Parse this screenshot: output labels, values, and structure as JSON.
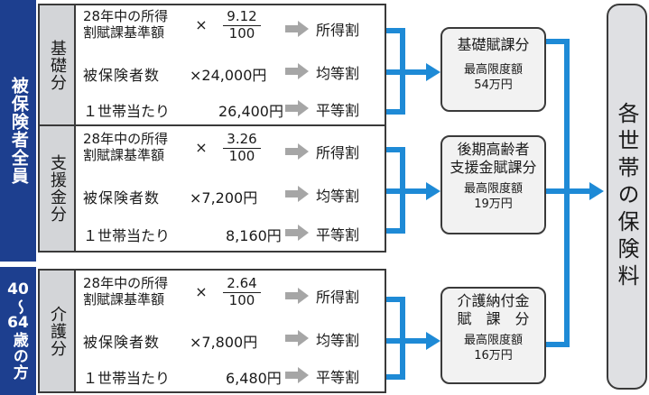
{
  "sidebar": {
    "group1": "被保険者全員",
    "group2_top": "40",
    "group2_tilde": "〜",
    "group2_mid": "64",
    "group2_bottom": "歳の方"
  },
  "sections": [
    {
      "label": "基礎分",
      "income_line1": "28年中の所得",
      "income_line2": "割賦課基準額",
      "times": "×",
      "numerator": "9.12",
      "denominator": "100",
      "income_result": "所得割",
      "per_insured_label": "被保険者数",
      "per_insured_amount": "×24,000円",
      "per_insured_result": "均等割",
      "per_household_label": "１世帯当たり",
      "per_household_amount": "26,400円",
      "per_household_result": "平等割",
      "box_title": "基礎賦課分",
      "box_limit_label": "最高限度額",
      "box_limit_value": "54万円"
    },
    {
      "label": "支援金分",
      "income_line1": "28年中の所得",
      "income_line2": "割賦課基準額",
      "times": "×",
      "numerator": "3.26",
      "denominator": "100",
      "income_result": "所得割",
      "per_insured_label": "被保険者数",
      "per_insured_amount": "×7,200円",
      "per_insured_result": "均等割",
      "per_household_label": "１世帯当たり",
      "per_household_amount": "8,160円",
      "per_household_result": "平等割",
      "box_title_1": "後期高齢者",
      "box_title_2": "支援金賦課分",
      "box_limit_label": "最高限度額",
      "box_limit_value": "19万円"
    },
    {
      "label": "介護分",
      "income_line1": "28年中の所得",
      "income_line2": "割賦課基準額",
      "times": "×",
      "numerator": "2.64",
      "denominator": "100",
      "income_result": "所得割",
      "per_insured_label": "被保険者数",
      "per_insured_amount": "×7,800円",
      "per_insured_result": "均等割",
      "per_household_label": "１世帯当たり",
      "per_household_amount": "6,480円",
      "per_household_result": "平等割",
      "box_title_1": "介護納付金",
      "box_title_2": "賦　課　分",
      "box_limit_label": "最高限度額",
      "box_limit_value": "16万円"
    }
  ],
  "final": {
    "label": "各世帯の保険料"
  },
  "colors": {
    "navy": "#1d3f8f",
    "blue_arrow": "#1e8ad6",
    "gray_arrow": "#a6a6a6"
  }
}
